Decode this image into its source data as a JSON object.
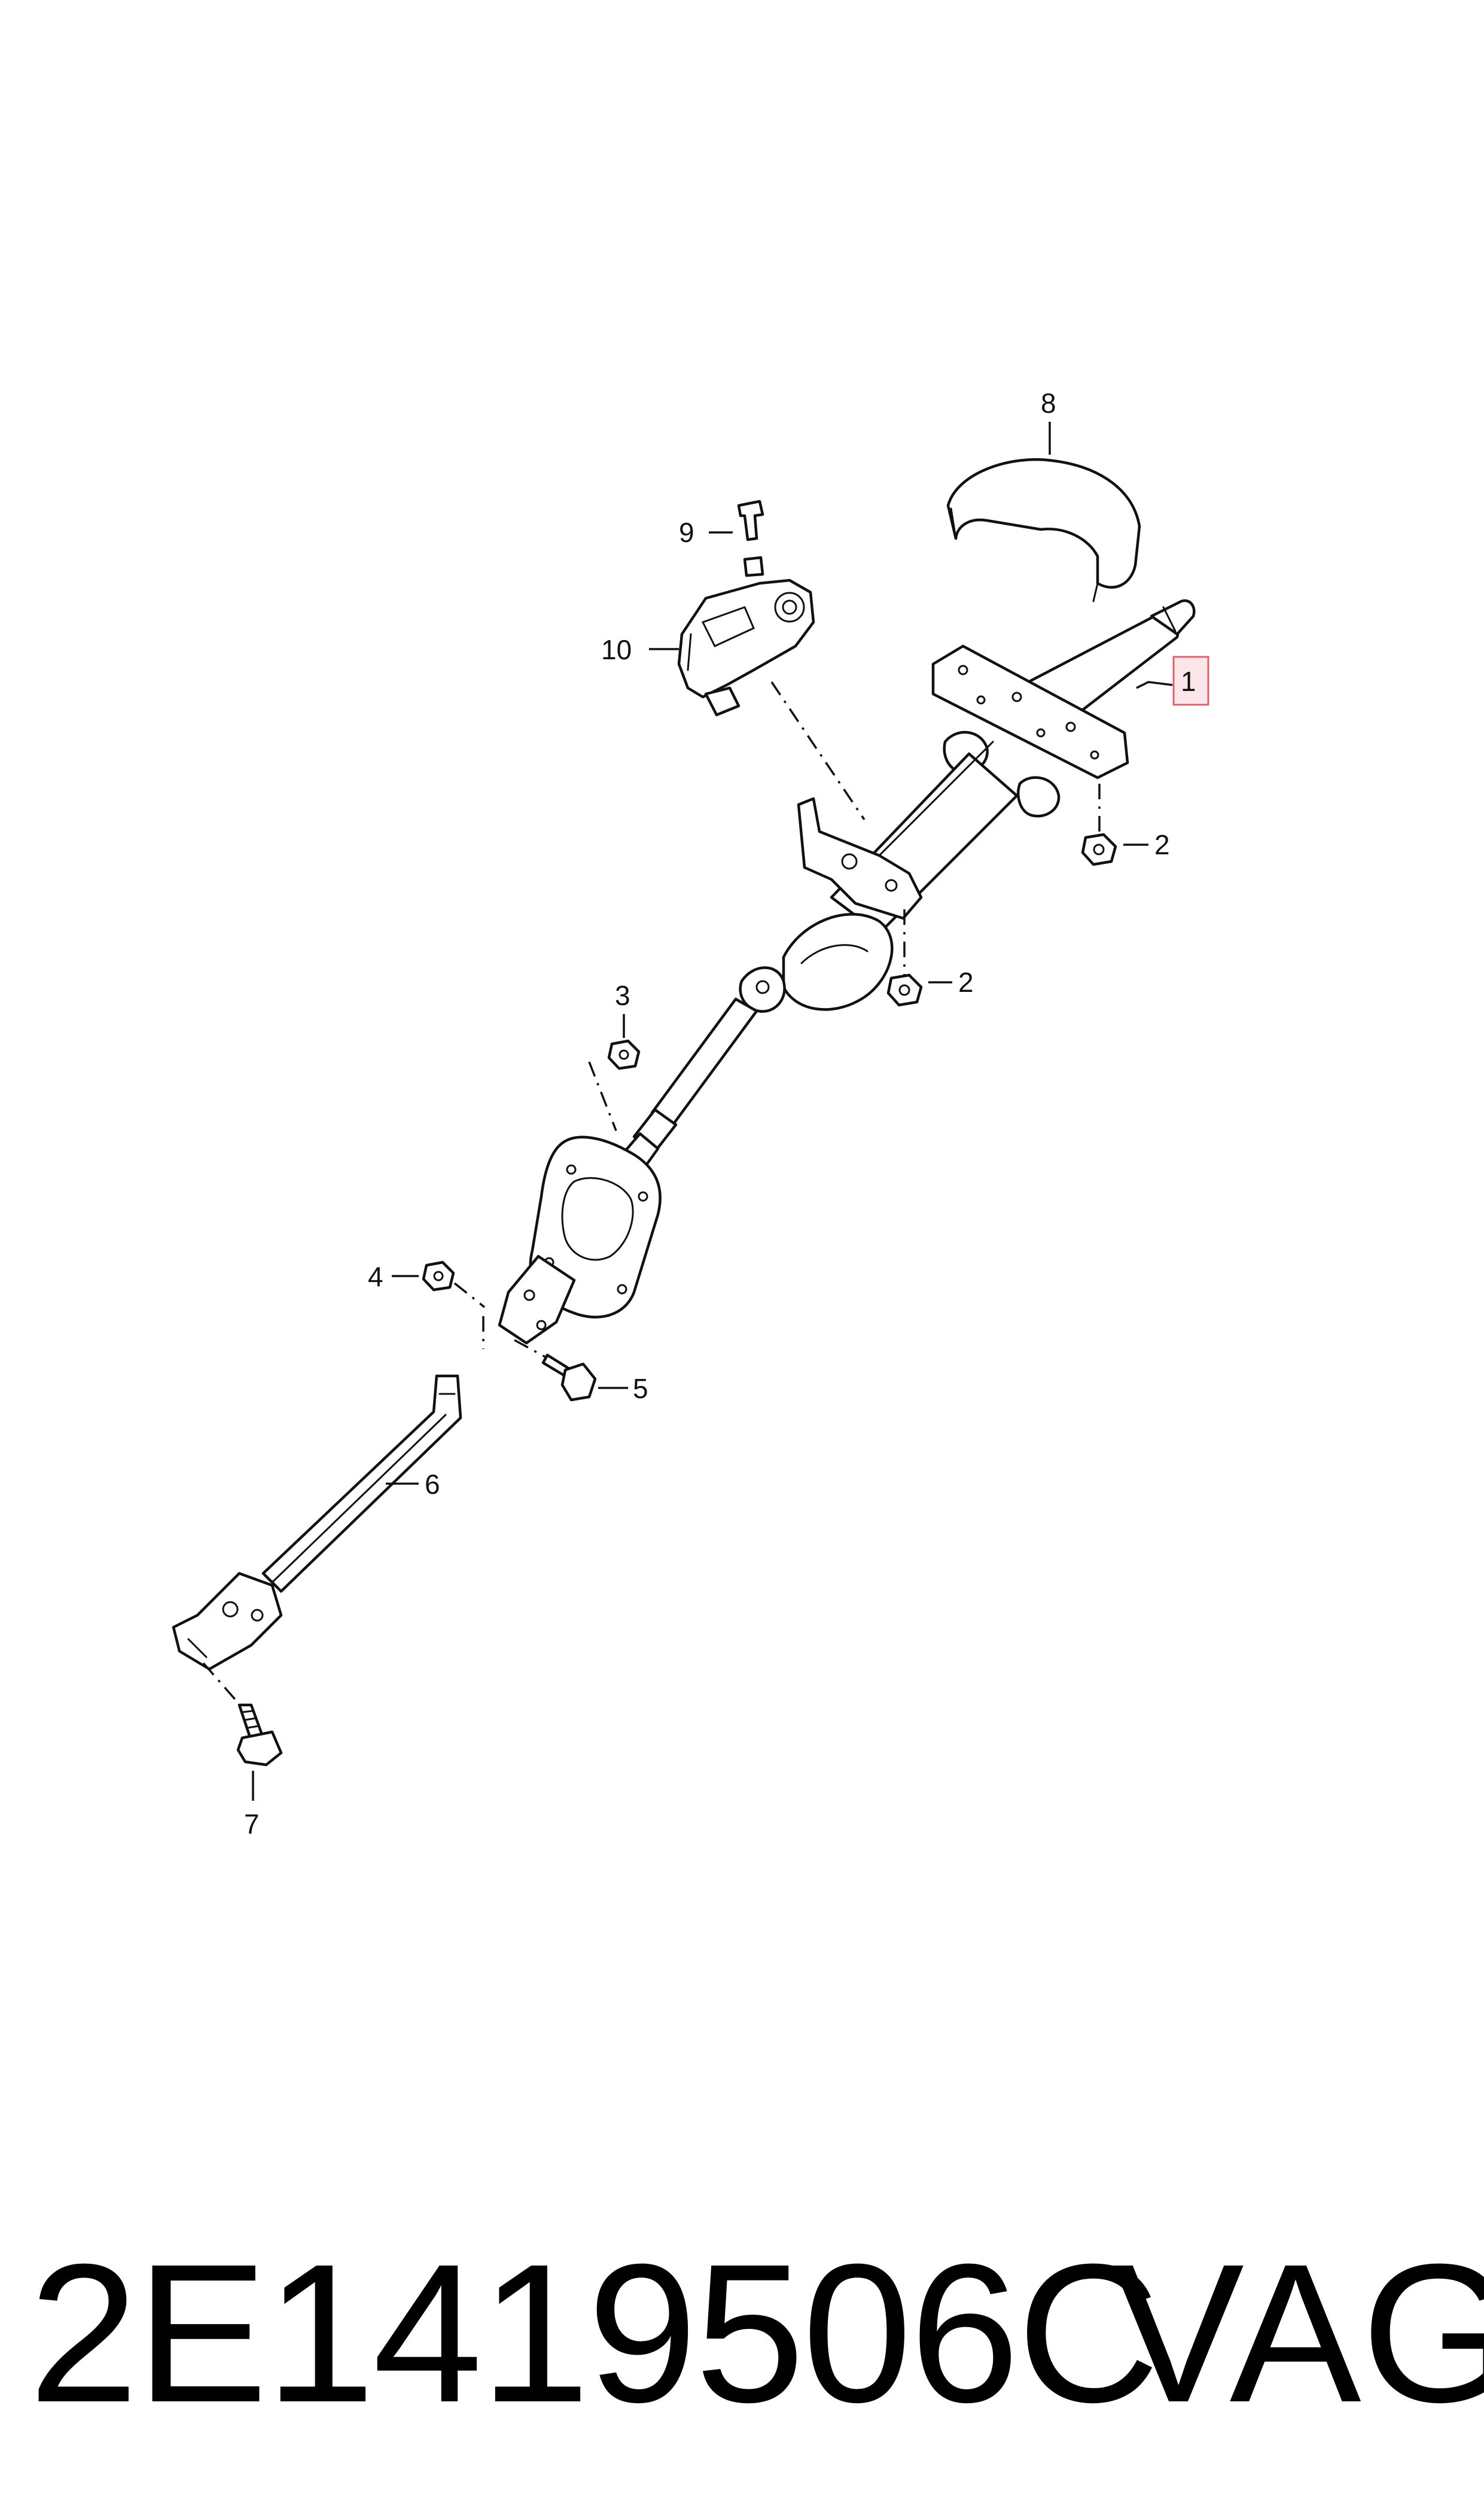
{
  "diagram": {
    "callouts": [
      "1",
      "2",
      "2",
      "3",
      "4",
      "5",
      "6",
      "7",
      "8",
      "9",
      "10"
    ],
    "highlighted_callout": "1",
    "highlight_color": "#e0606e"
  },
  "footer": {
    "part_number": "2E1419506C",
    "brand": "VAG"
  }
}
